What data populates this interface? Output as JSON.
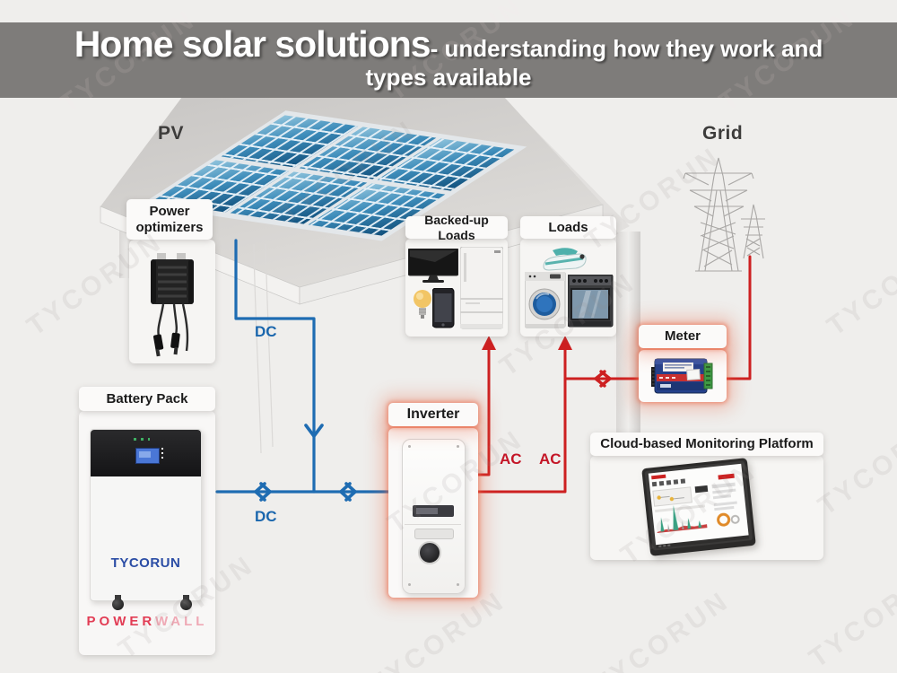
{
  "header": {
    "title": "Home solar solutions",
    "subtitle_line1": "- understanding how they work and",
    "subtitle_line2": "types available"
  },
  "labels": {
    "pv": "PV",
    "grid": "Grid",
    "dc_top": "DC",
    "dc_bottom": "DC",
    "ac_left": "AC",
    "ac_right": "AC"
  },
  "cards": {
    "power_optimizers": {
      "title_line1": "Power",
      "title_line2": "optimizers"
    },
    "backed_up_loads": {
      "title": "Backed-up Loads"
    },
    "loads": {
      "title": "Loads"
    },
    "meter": {
      "title": "Meter"
    },
    "battery_pack": {
      "title": "Battery Pack",
      "brand": "TYCORUN",
      "model_left": "POWER",
      "model_right": "WALL"
    },
    "inverter": {
      "title": "Inverter"
    },
    "monitoring": {
      "title": "Cloud-based Monitoring Platform"
    }
  },
  "watermark": {
    "text": "TYCORUN"
  },
  "colors": {
    "dc_line": "#1e6cb2",
    "ac_line": "#cd2021",
    "dc_text": "#1a66ad",
    "ac_text": "#c41627",
    "header_bg": "#7e7c7a",
    "glow": "#e96646"
  }
}
